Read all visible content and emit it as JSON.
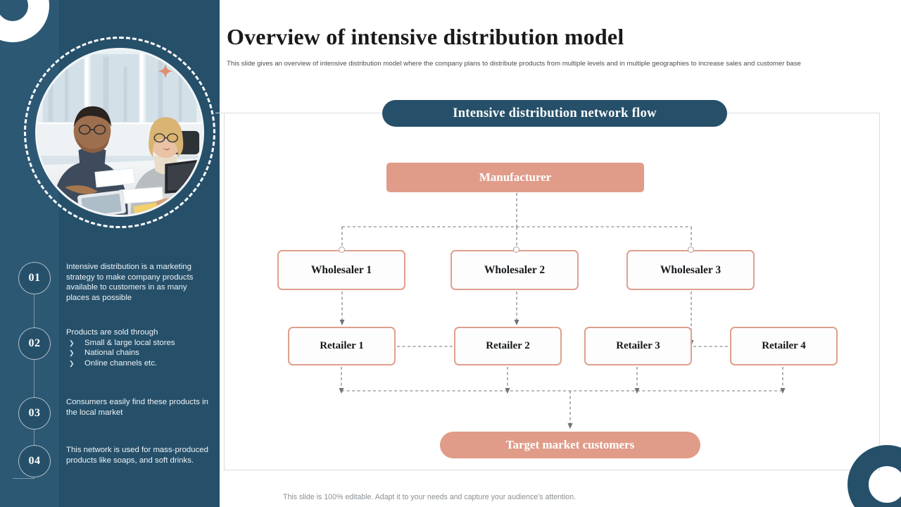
{
  "slide": {
    "title": "Overview of intensive distribution model",
    "subtitle": "This slide gives an overview of intensive distribution model where the company plans to distribute products from multiple levels and in multiple geographies to increase sales and customer base",
    "footnote": "This slide is 100% editable. Adapt it to your needs and capture your audience's attention."
  },
  "colors": {
    "sidebar_dark_teal": "#26506A",
    "sidebar_strip": "#2C5874",
    "accent_salmon": "#E09C89",
    "node_border_salmon": "#DFA08C",
    "text_light": "#EEF3F6",
    "connector_gray": "#6f7478",
    "frame_border": "#D9DCDE"
  },
  "sidebar": {
    "photo_alt": "business-meeting-photo",
    "decorations": [
      "ring-top-left",
      "dashed-circle",
      "four-point-star",
      "ring-bottom-right"
    ],
    "items": [
      {
        "number": "01",
        "text": "Intensive distribution is a marketing strategy to make company products available to customers in as many places as possible",
        "bullets": []
      },
      {
        "number": "02",
        "text": "Products are sold through",
        "bullets": [
          "Small & large local stores",
          "National chains",
          "Online channels etc."
        ]
      },
      {
        "number": "03",
        "text": "Consumers easily find these products in the local market",
        "bullets": []
      },
      {
        "number": "04",
        "text": "This network is used for mass-produced products like soaps, and soft drinks.",
        "bullets": []
      }
    ]
  },
  "diagram": {
    "banner_label": "Intensive distribution network  flow",
    "manufacturer": "Manufacturer",
    "wholesalers": [
      "Wholesaler 1",
      "Wholesaler 2",
      "Wholesaler 3"
    ],
    "retailers": [
      "Retailer 1",
      "Retailer 2",
      "Retailer 3",
      "Retailer 4"
    ],
    "target": "Target market customers"
  }
}
